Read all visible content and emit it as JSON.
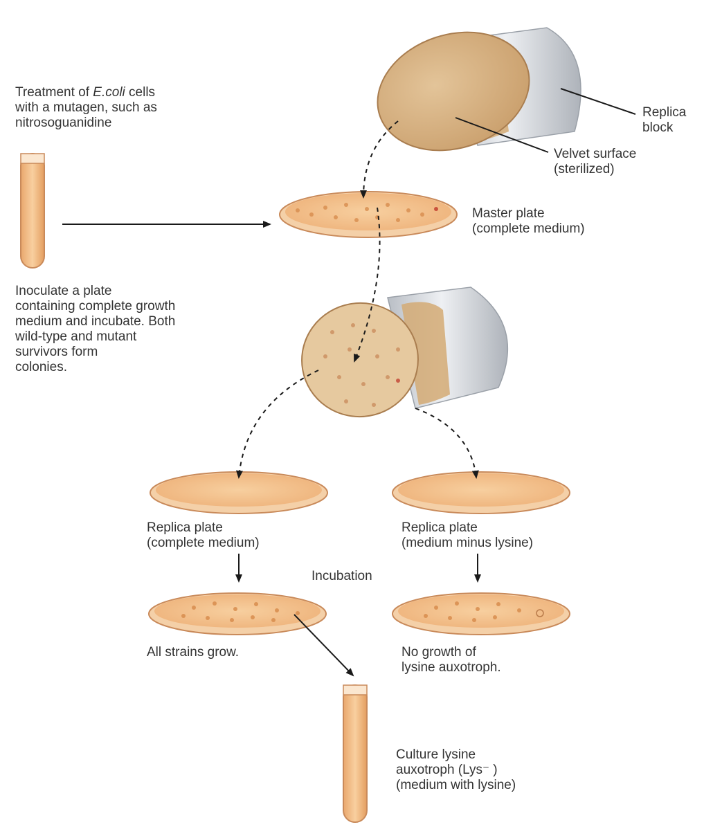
{
  "treatment": {
    "line1_prefix": "Treatment of ",
    "line1_italic": "E.coli",
    "line1_suffix": " cells",
    "line2": "with a mutagen, such as",
    "line3": "nitrosoguanidine"
  },
  "replica_block": {
    "line1": "Replica",
    "line2": "block"
  },
  "velvet": {
    "line1": "Velvet surface",
    "line2": "(sterilized)"
  },
  "master_plate": {
    "line1": "Master plate",
    "line2": "(complete medium)"
  },
  "inoculate": {
    "lines": [
      "Inoculate a plate",
      "containing complete growth",
      "medium and incubate. Both",
      "wild-type and mutant",
      "survivors form",
      "colonies."
    ]
  },
  "replica_left": {
    "line1": "Replica plate",
    "line2": "(complete medium)"
  },
  "replica_right": {
    "line1": "Replica plate",
    "line2": "(medium minus lysine)"
  },
  "incubation": "Incubation",
  "all_strains": "All strains grow.",
  "no_growth": {
    "line1": "No growth of",
    "line2": "lysine auxotroph."
  },
  "culture": {
    "line1": "Culture lysine",
    "line2": "auxotroph (Lys⁻ )",
    "line3": "(medium with lysine)"
  },
  "colors": {
    "medium": "#f2c08e",
    "plate_rim": "#c98a5a",
    "velvet": "#d8b488",
    "metal": "#d9dde2",
    "arrow": "#1a1a1a"
  }
}
